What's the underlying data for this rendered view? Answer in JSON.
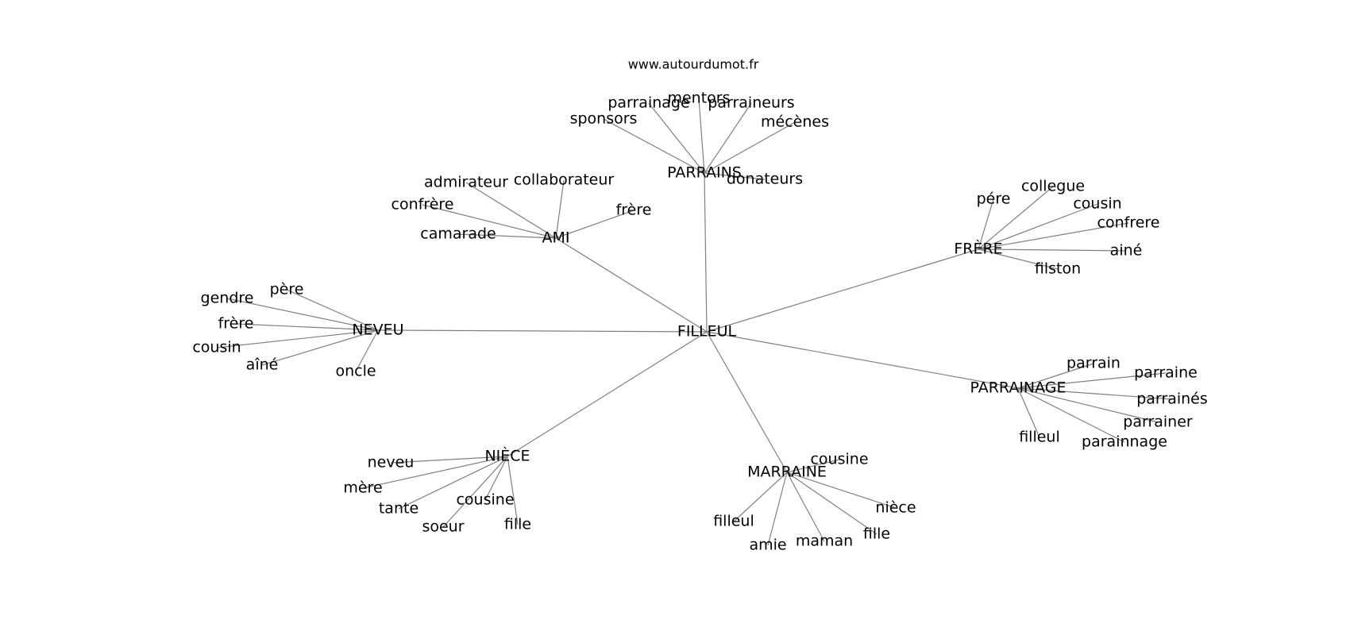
{
  "source": "www.autourdumot.fr",
  "graph": {
    "center": "FILLEUL",
    "hubs": [
      {
        "label": "PARRAINS",
        "leaves": [
          "mentors",
          "parrainage",
          "parraineurs",
          "sponsors",
          "mécènes",
          "donateurs"
        ]
      },
      {
        "label": "AMI",
        "leaves": [
          "admirateur",
          "collaborateur",
          "confrère",
          "frère",
          "camarade"
        ]
      },
      {
        "label": "FRÈRE",
        "leaves": [
          "pére",
          "collegue",
          "cousin",
          "confrere",
          "ainé",
          "filston"
        ]
      },
      {
        "label": "NEVEU",
        "leaves": [
          "père",
          "gendre",
          "frère",
          "cousin",
          "aîné",
          "oncle"
        ]
      },
      {
        "label": "PARRAINAGE",
        "leaves": [
          "parrain",
          "parraine",
          "parrainés",
          "parrainer",
          "filleul",
          "parainnage"
        ]
      },
      {
        "label": "NIÈCE",
        "leaves": [
          "neveu",
          "mère",
          "tante",
          "cousine",
          "soeur",
          "fille"
        ]
      },
      {
        "label": "MARRAINE",
        "leaves": [
          "cousine",
          "nièce",
          "fille",
          "filleul",
          "amie",
          "maman"
        ]
      }
    ]
  }
}
